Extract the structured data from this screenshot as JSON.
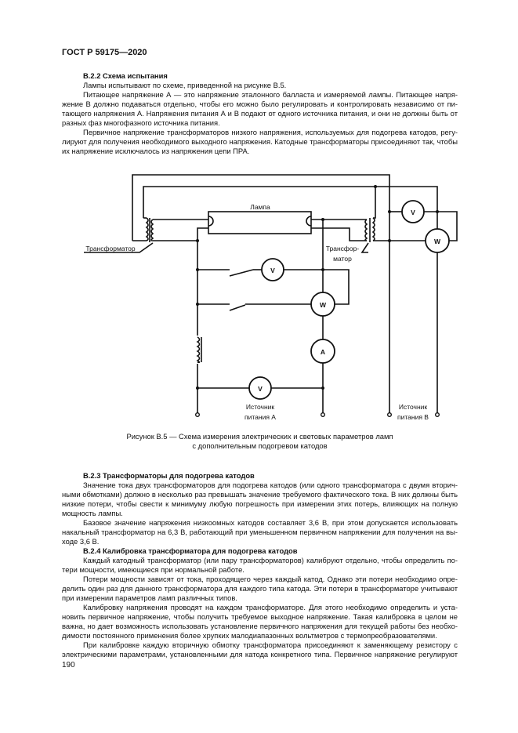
{
  "header": "ГОСТ Р 59175—2020",
  "s222": {
    "heading": "В.2.2 Схема испытания",
    "paragraphs": [
      [
        "Лампы испытывают по схеме, приведенной на рисунке В.5."
      ],
      [
        "Питающее напряжение А — это напряжение эталонного балласта и измеряемой лампы. Питающее напря-",
        "жение В должно подаваться отдельно, чтобы его можно было регулировать и контролировать независимо от пи-",
        "тающего напряжения А. Напряжения питания А и В подают от одного источника питания, и они не должны быть от",
        "разных фаз многофазного источника питания."
      ],
      [
        "Первичное напряжение трансформаторов низкого напряжения, используемых для подогрева катодов, регу-",
        "лируют для получения необходимого выходного напряжения. Катодные трансформаторы присоединяют так, чтобы",
        "их напряжение исключалось из напряжения цепи ПРА."
      ]
    ]
  },
  "figure": {
    "lamp_label": "Лампа",
    "transformer_left": "Трансформатор",
    "transformer_right": [
      "Трансфор-",
      "матор"
    ],
    "meter_v": "V",
    "meter_w": "W",
    "meter_a": "A",
    "source_a": [
      "Источник",
      "питания А"
    ],
    "source_b": [
      "Источник",
      "питания В"
    ],
    "caption": [
      "Рисунок В.5 — Схема измерения электрических и световых параметров ламп",
      "с дополнительным подогревом катодов"
    ]
  },
  "s223": {
    "heading": "В.2.3 Трансформаторы для подогрева катодов",
    "paragraphs": [
      [
        "Значение тока двух трансформаторов для подогрева катодов (или одного трансформатора с двумя вторич-",
        "ными обмотками) должно в несколько раз превышать значение требуемого фактического тока. В них должны быть",
        "низкие потери, чтобы свести к минимуму любую погрешность при измерении этих потерь, влияющих на полную",
        "мощность лампы."
      ],
      [
        "Базовое значение напряжения низкоомных катодов составляет 3,6 В, при этом допускается использовать",
        "накальный трансформатор на 6,3 В, работающий при уменьшенном первичном напряжении для получения на вы-",
        "ходе 3,6 В."
      ]
    ]
  },
  "s224": {
    "heading": "В.2.4 Калибровка трансформатора для подогрева катодов",
    "paragraphs": [
      [
        "Каждый катодный трансформатор (или пару трансформаторов) калибруют отдельно, чтобы определить по-",
        "тери мощности, имеющиеся при нормальной работе."
      ],
      [
        "Потери мощности зависят от тока, проходящего через каждый катод. Однако эти потери необходимо опре-",
        "делить один раз для данного трансформатора для каждого типа катода. Эти потери в трансформаторе учитывают",
        "при измерении параметров ламп различных типов."
      ],
      [
        "Калибровку напряжения проводят на каждом трансформаторе. Для этого необходимо определить и уста-",
        "новить первичное напряжение, чтобы получить требуемое выходное напряжение. Такая калибровка в целом не",
        "важна, но дает возможность использовать установление первичного напряжения для текущей работы без необхо-",
        "димости постоянного применения более хрупких малодиапазонных вольтметров с термопреобразователями."
      ],
      [
        "При калибровке каждую вторичную обмотку трансформатора присоединяют к заменяющему резистору с",
        "электрическими параметрами, установленными для катода конкретного типа. Первичное напряжение регулируют"
      ]
    ]
  },
  "page_number": "190"
}
